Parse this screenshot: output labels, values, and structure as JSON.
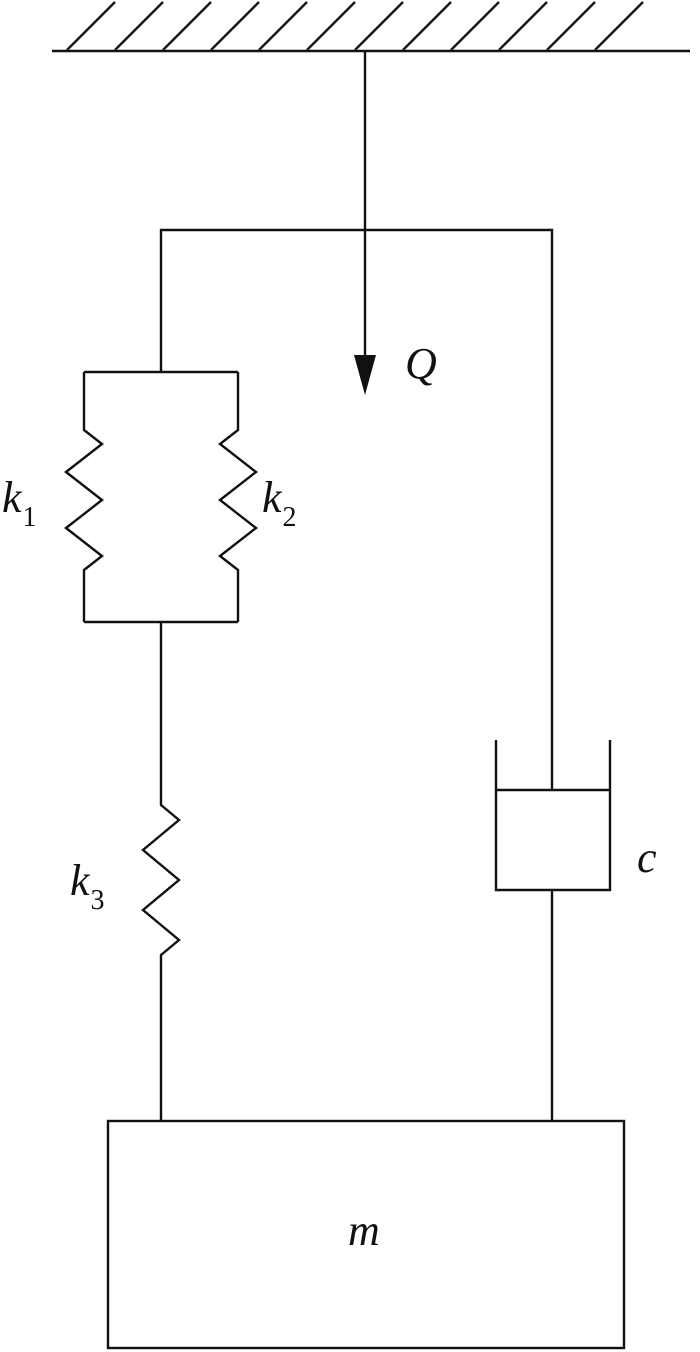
{
  "labels": {
    "force": "Q",
    "spring1": {
      "symbol": "k",
      "subscript": "1"
    },
    "spring2": {
      "symbol": "k",
      "subscript": "2"
    },
    "spring3": {
      "symbol": "k",
      "subscript": "3"
    },
    "damper": "c",
    "mass": "m"
  },
  "colors": {
    "line": "#111111",
    "background": "#ffffff"
  }
}
